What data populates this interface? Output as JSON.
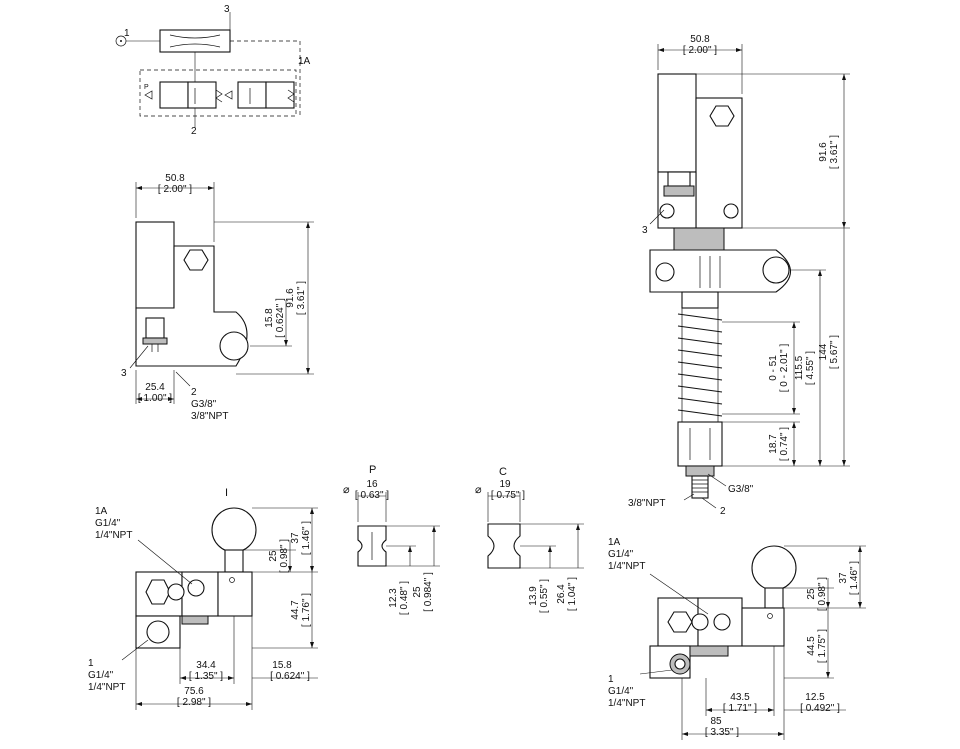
{
  "schematic": {
    "port_1": "1",
    "port_2": "2",
    "port_3": "3",
    "port_1a": "1A",
    "valve_p_mark": "P"
  },
  "front_view": {
    "width_mm": "50.8",
    "width_in": "[ 2.00\" ]",
    "height_mm": "91.6",
    "height_in": "[ 3.61\" ]",
    "offset_mm": "15.8",
    "offset_in": "[ 0.624\" ]",
    "port3": "3",
    "port2": "2",
    "port2_thread_g": "G3/8\"",
    "port2_thread_npt": "3/8\"NPT",
    "bottom_mm": "25.4",
    "bottom_in": "[ 1.00\" ]"
  },
  "side_view": {
    "width_mm": "50.8",
    "width_in": "[ 2.00\" ]",
    "body_mm": "91.6",
    "body_in": "[ 3.61\" ]",
    "port3": "3",
    "total_mm": "144",
    "total_in": "[ 5.67\" ]",
    "mid_mm": "115.5",
    "mid_in": "[ 4.55\" ]",
    "stroke_mm": "0 - 51",
    "stroke_in": "[ 0 - 2.01\" ]",
    "tip_mm": "18.7",
    "tip_in": "[ 0.74\" ]",
    "thread_g": "G3/8\"",
    "thread_npt": "3/8\"NPT",
    "port2": "2"
  },
  "option_i": {
    "title": "I",
    "port1a": "1A",
    "port1a_g": "G1/4\"",
    "port1a_npt": "1/4\"NPT",
    "port1": "1",
    "port1_g": "G1/4\"",
    "port1_npt": "1/4\"NPT",
    "d25_mm": "25",
    "d25_in": "[ 0.98\" ]",
    "d37_mm": "37",
    "d37_in": "[ 1.46\" ]",
    "d447_mm": "44.7",
    "d447_in": "[ 1.76\" ]",
    "d344_mm": "34.4",
    "d344_in": "[ 1.35\" ]",
    "d158_mm": "15.8",
    "d158_in": "[ 0.624\" ]",
    "d756_mm": "75.6",
    "d756_in": "[ 2.98\" ]"
  },
  "option_p": {
    "title": "P",
    "dia_symbol": "⌀",
    "dia_mm": "16",
    "dia_in": "[ 0.63\" ]",
    "h1_mm": "12.3",
    "h1_in": "[ 0.48\" ]",
    "h2_mm": "25",
    "h2_in": "[ 0.984\" ]"
  },
  "option_c": {
    "title": "C",
    "dia_symbol": "⌀",
    "dia_mm": "19",
    "dia_in": "[ 0.75\" ]",
    "h1_mm": "13.9",
    "h1_in": "[ 0.55\" ]",
    "h2_mm": "26.4",
    "h2_in": "[ 1.04\" ]"
  },
  "option_br": {
    "port1a": "1A",
    "port1a_g": "G1/4\"",
    "port1a_npt": "1/4\"NPT",
    "port1": "1",
    "port1_g": "G1/4\"",
    "port1_npt": "1/4\"NPT",
    "d25_mm": "25",
    "d25_in": "[ 0.98\" ]",
    "d37_mm": "37",
    "d37_in": "[ 1.46\" ]",
    "d445_mm": "44.5",
    "d445_in": "[ 1.75\" ]",
    "d435_mm": "43.5",
    "d435_in": "[ 1.71\" ]",
    "d125_mm": "12.5",
    "d125_in": "[ 0.492\" ]",
    "d85_mm": "85",
    "d85_in": "[ 3.35\" ]"
  }
}
